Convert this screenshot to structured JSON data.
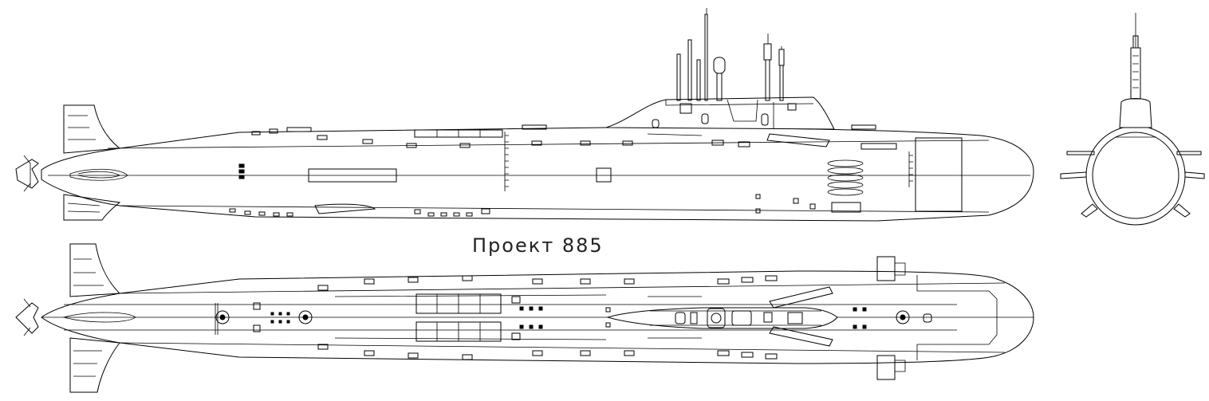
{
  "caption": "Проект 885",
  "views": {
    "side": "side-profile",
    "top": "plan-view",
    "front": "front-section"
  },
  "colors": {
    "line": "#000000",
    "background": "#ffffff"
  }
}
